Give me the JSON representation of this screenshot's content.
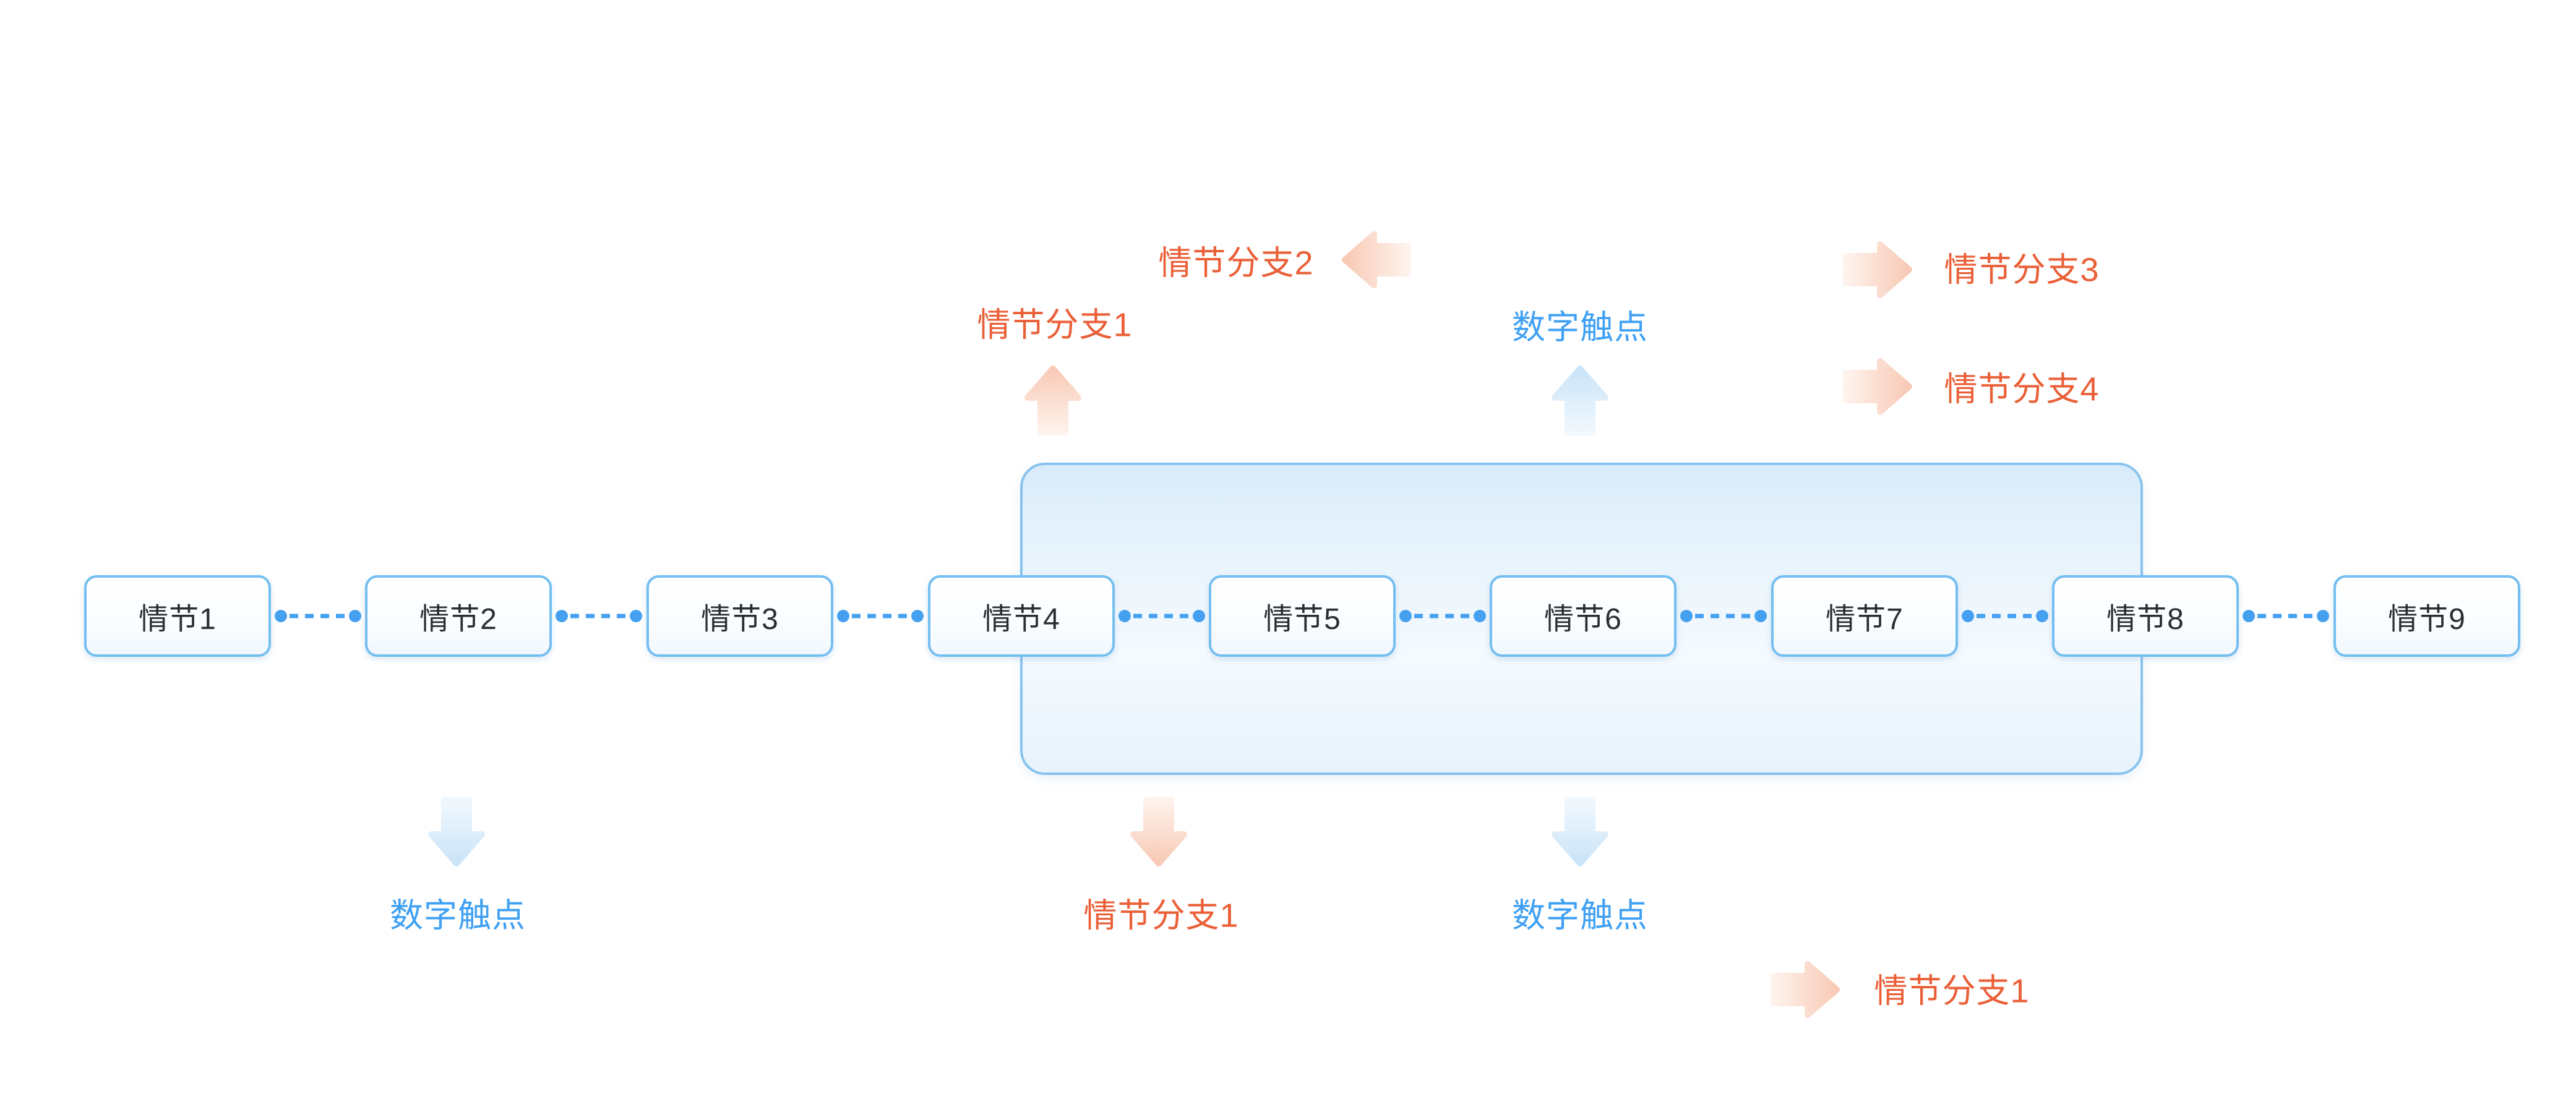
{
  "diagram": {
    "background": "#FFFFFF",
    "nodes": [
      {
        "label": "情节1"
      },
      {
        "label": "情节2"
      },
      {
        "label": "情节3"
      },
      {
        "label": "情节4"
      },
      {
        "label": "情节5"
      },
      {
        "label": "情节6"
      },
      {
        "label": "情节7"
      },
      {
        "label": "情节8"
      },
      {
        "label": "情节9"
      }
    ],
    "highlight_region": {
      "from_node": "情节4",
      "to_node": "情节8"
    },
    "annotations": [
      {
        "id": "top-branch-1",
        "label": "情节分支1",
        "color": "orange",
        "arrow": "up",
        "position": "above-region-left"
      },
      {
        "id": "top-branch-2",
        "label": "情节分支2",
        "color": "orange",
        "arrow": "left",
        "position": "top-center"
      },
      {
        "id": "top-touchpoint",
        "label": "数字触点",
        "color": "blue",
        "arrow": "up",
        "position": "above-region-center"
      },
      {
        "id": "top-branch-3",
        "label": "情节分支3",
        "color": "orange",
        "arrow": "right",
        "position": "top-right"
      },
      {
        "id": "top-branch-4",
        "label": "情节分支4",
        "color": "orange",
        "arrow": "right",
        "position": "top-right-lower"
      },
      {
        "id": "bottom-touchpoint-left",
        "label": "数字触点",
        "color": "blue",
        "arrow": "down",
        "position": "below-node-2"
      },
      {
        "id": "bottom-branch-1",
        "label": "情节分支1",
        "color": "orange",
        "arrow": "down",
        "position": "below-region-left"
      },
      {
        "id": "bottom-touchpoint-right",
        "label": "数字触点",
        "color": "blue",
        "arrow": "down",
        "position": "below-node-6"
      },
      {
        "id": "bottom-right-branch-1",
        "label": "情节分支1",
        "color": "orange",
        "arrow": "right",
        "position": "bottom-right"
      }
    ]
  },
  "colors": {
    "orange_label": "#EA5F37",
    "blue_label": "#3FA0F4",
    "node_border": "#74BEF1",
    "node_text": "#2B2D31",
    "connector": "#45A1F0",
    "region_border": "#87C3EE",
    "region_fill_top": "#D9ECFA",
    "arrow_orange": "#F8C9B5",
    "arrow_blue": "#CAE4F8"
  }
}
